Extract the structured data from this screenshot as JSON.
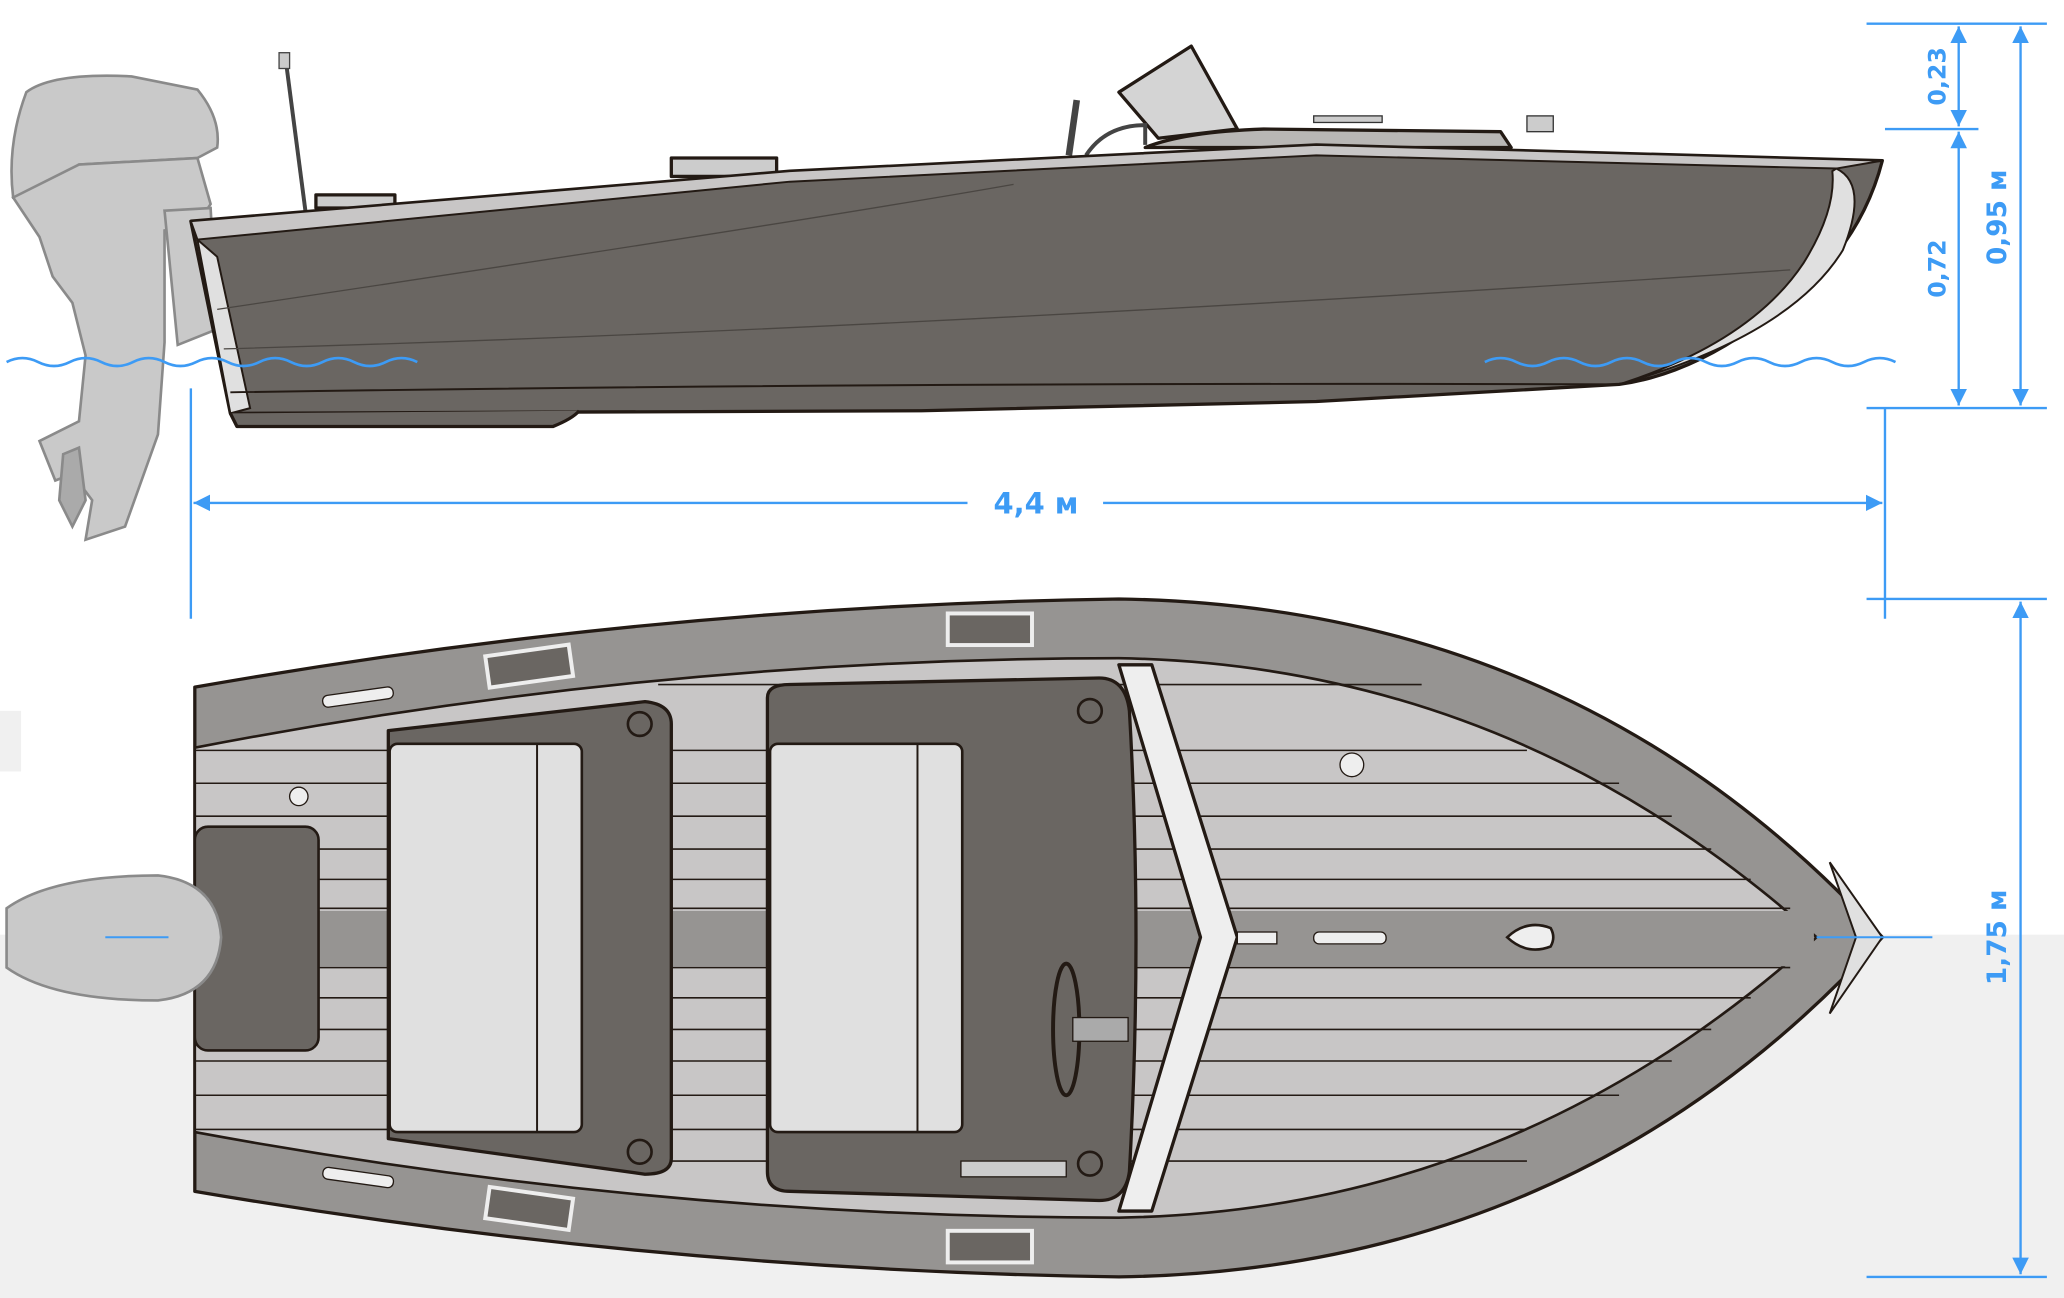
{
  "dimensions": {
    "length": "4,4 м",
    "width": "1,75 м",
    "total_height": "0,95 м",
    "upper_height": "0,23",
    "lower_height": "0,72"
  },
  "colors": {
    "dimension": "#3d9bf5",
    "hull": "#6a6662",
    "deck": "#c8c6c6",
    "gunwale": "#969492",
    "motor": "#c9c9c9",
    "background_lower": "#f0f0f0"
  }
}
